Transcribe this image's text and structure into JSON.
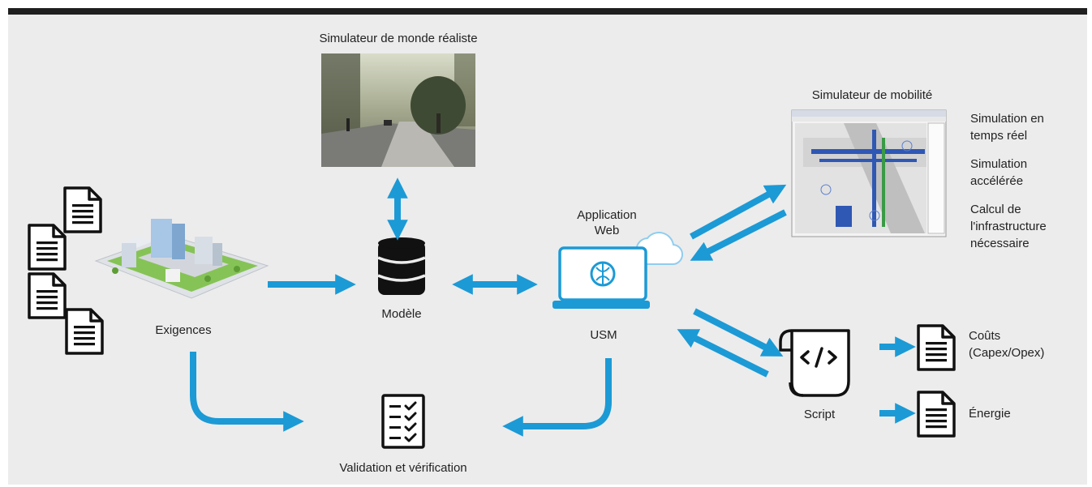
{
  "labels": {
    "realistic_sim": "Simulateur de monde réaliste",
    "mobility_sim": "Simulateur de mobilité",
    "web_app_line1": "Application",
    "web_app_line2": "Web",
    "model": "Modèle",
    "requirements": "Exigences",
    "usm": "USM",
    "script": "Script",
    "validation": "Validation et vérification"
  },
  "mobility_outputs": {
    "realtime_line1": "Simulation en",
    "realtime_line2": "temps réel",
    "accelerated_line1": "Simulation",
    "accelerated_line2": "accélérée",
    "infra_line1": "Calcul de",
    "infra_line2": "l'infrastructure",
    "infra_line3": "nécessaire"
  },
  "script_outputs": {
    "costs_line1": "Coûts",
    "costs_line2": "(Capex/Opex)",
    "energy": "Énergie"
  },
  "colors": {
    "arrow": "#1b9ad6",
    "frame_bg": "#ececec",
    "top_bar": "#1f1f1f"
  }
}
